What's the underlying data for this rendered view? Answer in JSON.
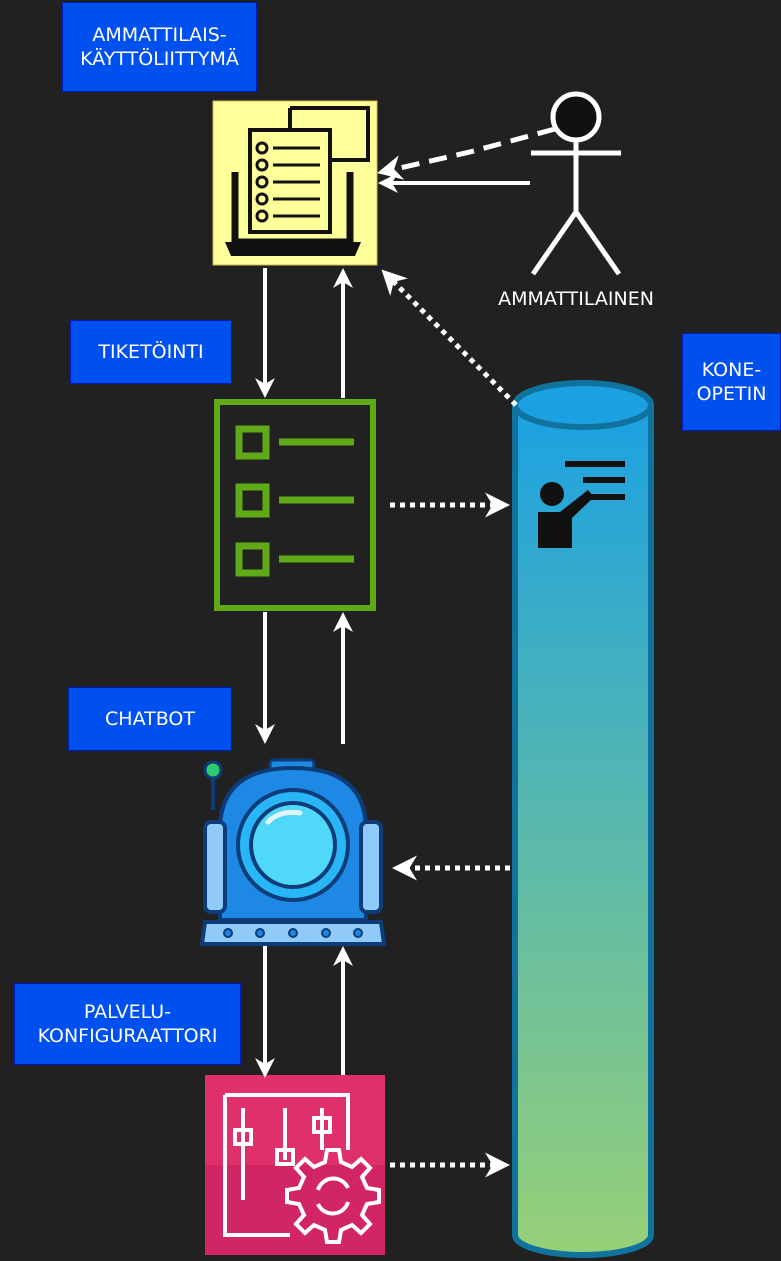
{
  "labels": {
    "professional_ui": "AMMATTILAIS-\nKÄYTTÖLIITTYMÄ",
    "ticketing": "TIKETÖINTI",
    "chatbot": "CHATBOT",
    "service_configurator": "PALVELU-\nKONFIGURAATTORI",
    "machine_learning": "KONE-\nOPETIN",
    "actor": "AMMATTILAINEN"
  },
  "colors": {
    "background": "#212121",
    "label_fill": "#0050ef",
    "professional_ui_fill": "#ffff99",
    "ticketing_stroke": "#60a917",
    "chatbot_body": "#1e88e5",
    "service_config_fill": "#e0306a",
    "cylinder_top": "#1ba1e2",
    "cylinder_bottom": "#97d077",
    "arrow": "#ffffff"
  },
  "icons": [
    "laptop-document-icon",
    "checklist-icon",
    "robot-head-icon",
    "settings-sliders-gear-icon",
    "teacher-presentation-icon",
    "stick-figure-icon"
  ]
}
